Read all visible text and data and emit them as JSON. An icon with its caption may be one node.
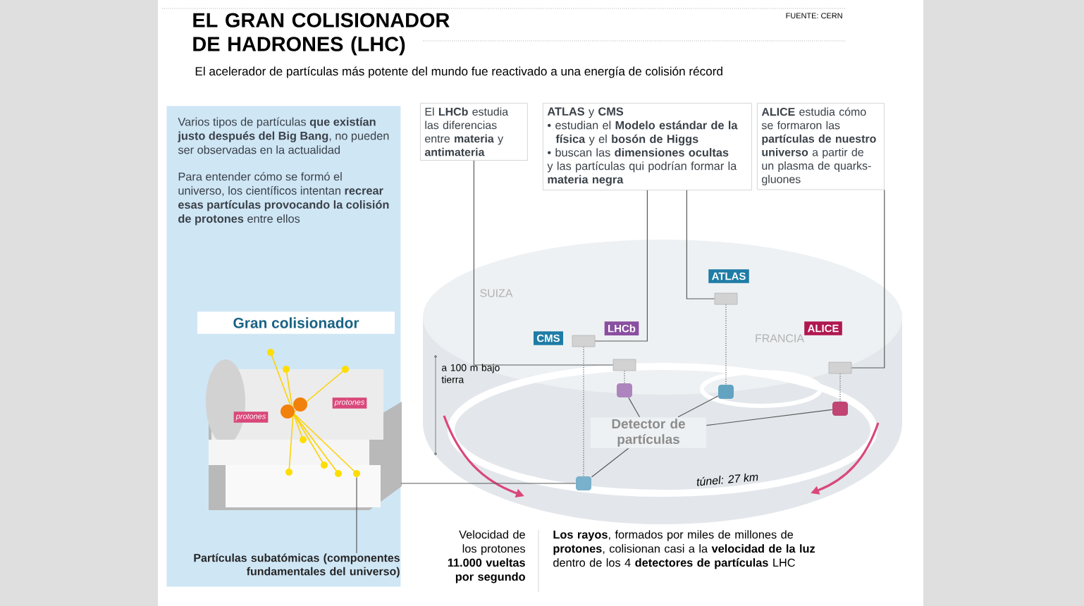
{
  "diagram": {
    "title": "EL GRAN COLISIONADOR DE HADRONES (LHC)",
    "nodes": [
      {
        "text": [
          "Varios tipos de partículas **que existían justo después del Big Bang**, no pueden ser observadas en la actualidad",
          "Para entender cómo se formó el universo, los científicos intentan **recrear esas partículas provocando la colisión de protones** entre ellos"
        ]
      },
      {
        "text": [
          "Gran colisionador"
        ],
        "in": 0
      },
      {
        "text": [
          "Partículas subatómicas (componentes fundamentales del universo)"
        ],
        "in": 0
      },
      {
        "text": [],
        "shape": "circle",
        "in": 0
      },
      {
        "text": [
          "El **LHCb** estudia las diferencias entre **materia** y **antimateria**"
        ]
      },
      {
        "text": [
          "**ATLAS** y **CMS**",
          "• estudian el **Modelo estándar de la física** y el **bosón de Higgs**",
          "• buscan las **dimensiones ocultas** y las partículas qui podrían formar la **materia negra**"
        ]
      },
      {
        "text": [
          "**ALICE** estudia cómo se formaron las **partículas de nuestro universo** a partir de un plasma de quarks-gluones"
        ]
      },
      {
        "text": [
          "ATLAS"
        ]
      },
      {
        "text": [
          "LHCb"
        ]
      },
      {
        "text": [
          "ALICE"
        ]
      },
      {
        "text": [
          "CMS"
        ]
      },
      {
        "text": [],
        "shape": "box"
      },
      {
        "text": [],
        "shape": "box"
      },
      {
        "text": [],
        "shape": "box"
      },
      {
        "text": [],
        "shape": "box"
      },
      {
        "text": [
          "Detector de partículas"
        ]
      },
      {
        "text": [],
        "shape": "box"
      },
      {
        "text": [],
        "shape": "box"
      },
      {
        "text": [],
        "shape": "box"
      },
      {
        "text": [],
        "shape": "box"
      }
    ],
    "edges": [
      {
        "from": 2,
        "to": 3,
        "arrow": "none"
      },
      {
        "from": 4,
        "to": 12,
        "arrow": "none"
      },
      {
        "from": 5,
        "to": 11,
        "arrow": "none"
      },
      {
        "from": 5,
        "to": 13,
        "arrow": "none"
      },
      {
        "from": 6,
        "to": 14,
        "arrow": "none"
      },
      {
        "from": 11,
        "to": 16,
        "arrow": "none",
        "style": "dashed"
      },
      {
        "from": 12,
        "to": 17,
        "arrow": "none",
        "style": "dashed"
      },
      {
        "from": 13,
        "to": 18,
        "arrow": "none",
        "style": "dashed"
      },
      {
        "from": 14,
        "to": 19,
        "arrow": "none",
        "style": "dashed"
      },
      {
        "from": 15,
        "to": 16,
        "arrow": "none"
      },
      {
        "from": 15,
        "to": 17,
        "arrow": "none"
      },
      {
        "from": 15,
        "to": 18,
        "arrow": "none"
      },
      {
        "from": 15,
        "to": 19,
        "arrow": "none"
      },
      {
        "from": 16,
        "to": 0,
        "arrow": "none"
      }
    ],
    "labels": [
      "FUENTE: CERN",
      "El acelerador de partículas más potente del mundo fue reactivado a una energía de colisión récord",
      "protones",
      "protones",
      "SUIZA",
      "FRANCIA",
      "a 100 m bajo tierra",
      "túnel: 27 km",
      "Velocidad de los protones **11.000 vueltas por segundo**",
      "**Los rayos**, formados por miles de millones de **protones**, colisionan casi a la **velocidad de la luz** dentro de los 4 **detectores de partículas** LHC"
    ]
  }
}
